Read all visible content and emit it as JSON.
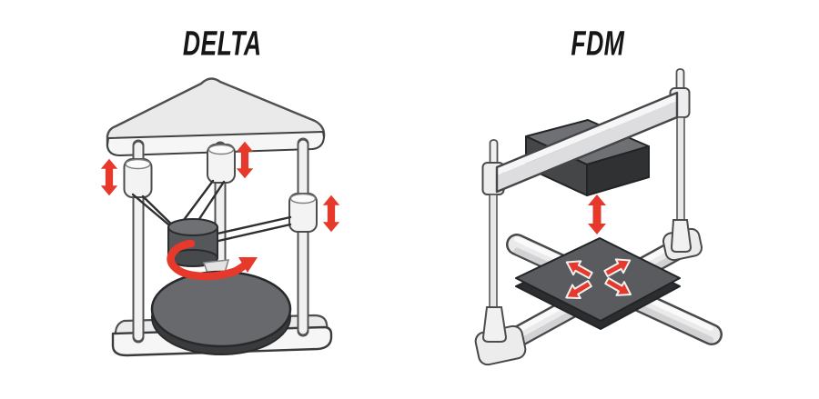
{
  "colors": {
    "background": "#ffffff",
    "ink": "#161616",
    "red": "#e6392c",
    "outline-dark": "#2b2c2e",
    "outline-mid": "#4a4b4d",
    "metal-light": "#f6f6f7",
    "metal-mid": "#eaeaeb",
    "metal-shade": "#dddddf",
    "dark-top": "#6f7073",
    "dark-mid": "#58595c",
    "dark-deep": "#303133"
  },
  "diagram": {
    "left_panel": {
      "title": "DELTA",
      "printer_type": "delta-3d-printer",
      "icons": [
        "up-down-arrow",
        "up-down-arrow",
        "up-down-arrow",
        "rotation-arrow"
      ]
    },
    "right_panel": {
      "title": "FDM",
      "printer_type": "fdm-3d-printer",
      "icons": [
        "up-down-arrow",
        "xy-arrow",
        "xy-arrow",
        "xy-arrow",
        "xy-arrow"
      ]
    }
  }
}
